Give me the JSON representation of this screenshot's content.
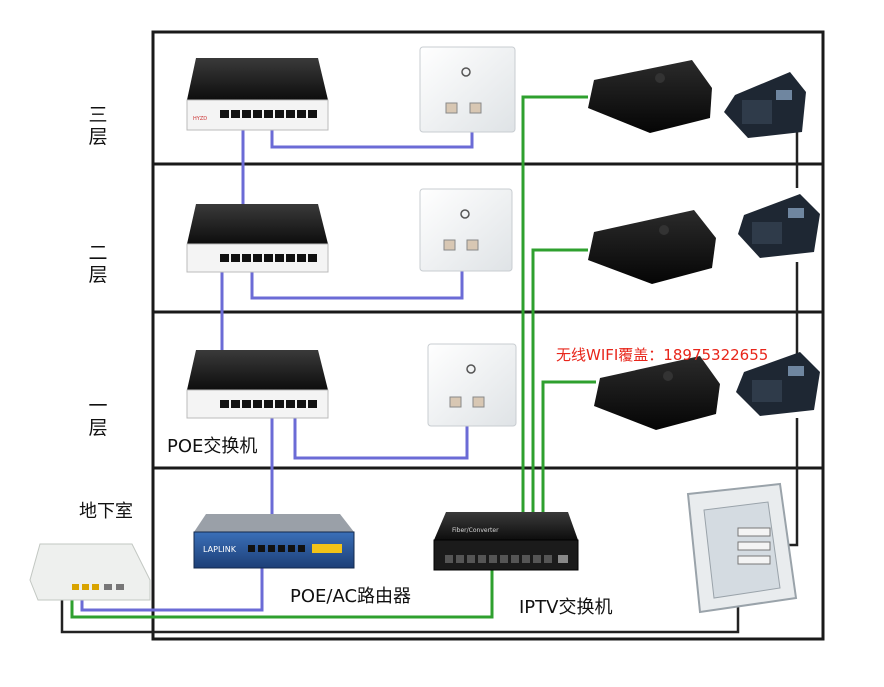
{
  "floors": {
    "third": "三层",
    "second": "二层",
    "first": "一层",
    "basement": "地下室"
  },
  "labels": {
    "poe_switch": "POE交换机",
    "poe_ac_router": "POE/AC路由器",
    "iptv_switch": "IPTV交换机",
    "router_brand": "LAPLINK",
    "iptv_switch_brand": "Fiber/Converter",
    "switch_tag": "HYZD"
  },
  "contact": "无线WIFI覆盖：18975322655",
  "colors": {
    "frame": "#1a1a1a",
    "poe_cable": "#6b6bd6",
    "iptv_cable": "#2fa02f",
    "phone_cable": "#222222",
    "contact_text": "#e8261b"
  },
  "icons": {
    "poe_switch": "network-switch-icon",
    "wall_ap": "wall-access-point-icon",
    "set_top_box": "set-top-box-icon",
    "telephone": "telephone-icon",
    "router": "rack-router-icon",
    "iptv_switch": "network-switch-icon",
    "modem": "fiber-modem-icon",
    "distribution_box": "distribution-box-icon"
  }
}
